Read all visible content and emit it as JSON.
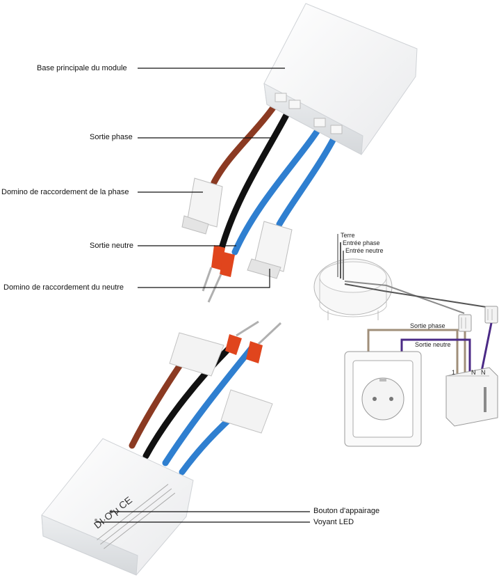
{
  "labels": {
    "base": "Base principale du module",
    "phase_out": "Sortie phase",
    "phase_domino": "Domino de raccordement de la phase",
    "neutral_out": "Sortie neutre",
    "neutral_domino": "Domino de raccordement du neutre",
    "pair_button": "Bouton d'appairage",
    "led": "Voyant LED"
  },
  "wiring": {
    "terre": "Terre",
    "entree_phase": "Entrée phase",
    "entree_neutre": "Entrée neutre",
    "sortie_phase": "Sortie phase",
    "sortie_neutre": "Sortie neutre",
    "terminal_1": "1",
    "terminal_n1": "N",
    "terminal_n2": "N"
  },
  "module_print": {
    "marks": "DI·O µ CE"
  },
  "colors": {
    "brown": "#8b3a22",
    "black": "#111111",
    "blue": "#2f7fd0",
    "orange": "#e0451d",
    "grey_wire": "#8a8a8a",
    "tan_wire": "#a08f7a",
    "purple_wire": "#4b2a86"
  }
}
